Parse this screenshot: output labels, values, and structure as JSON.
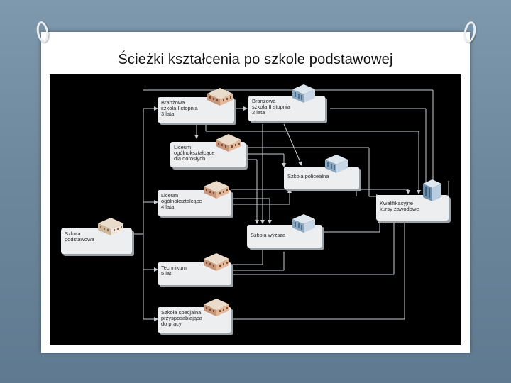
{
  "slide": {
    "title": "Ścieżki kształcenia po szkole podstawowej"
  },
  "diagram": {
    "nodes": {
      "szkola_podstawowa": {
        "lines": [
          "Szkoła",
          "podstawowa"
        ],
        "icon": "school-building-icon"
      },
      "branzowa_1": {
        "lines": [
          "Branżowa",
          "szkoła I stopnia",
          "3 lata"
        ],
        "icon": "school-building-icon"
      },
      "branzowa_2": {
        "lines": [
          "Branżowa",
          "szkoła II stopnia",
          "2 lata"
        ],
        "icon": "modern-building-icon"
      },
      "liceum_doroslych": {
        "lines": [
          "Liceum",
          "ogólnokształcące",
          "dla dorosłych"
        ],
        "icon": "school-building-icon"
      },
      "szkola_policealna": {
        "lines": [
          "Szkoła policealna"
        ],
        "icon": "modern-building-icon"
      },
      "liceum_4": {
        "lines": [
          "Liceum",
          "ogólnokształcące",
          "4 lata"
        ],
        "icon": "school-building-icon"
      },
      "kwalifikacyjne": {
        "lines": [
          "Kwalifikacyjne",
          "kursy zawodowe"
        ],
        "icon": "office-tower-icon"
      },
      "szkola_wyzsza": {
        "lines": [
          "Szkoła wyższa"
        ],
        "icon": "modern-building-icon"
      },
      "technikum": {
        "lines": [
          "Technikum",
          "5 lat"
        ],
        "icon": "school-building-icon"
      },
      "szkola_specjalna": {
        "lines": [
          "Szkoła specjalna",
          "przysposabiająca",
          "do pracy"
        ],
        "icon": "school-building-icon"
      }
    }
  }
}
